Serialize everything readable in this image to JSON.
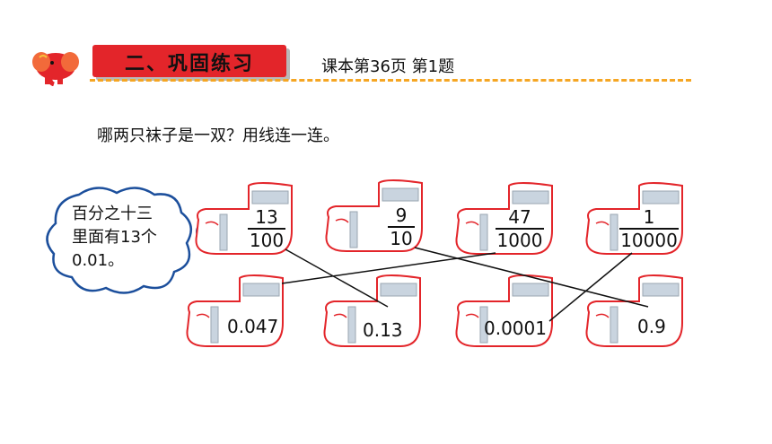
{
  "header": {
    "section_title": "二、巩固练习",
    "subtitle": "课本第36页 第1题"
  },
  "question": "哪两只袜子是一双？用线连一连。",
  "hint": {
    "line1": "百分之十三",
    "line2": "里面有13个",
    "line3": "0.01。"
  },
  "top_socks": [
    {
      "numerator": "13",
      "denominator": "100"
    },
    {
      "numerator": "9",
      "denominator": "10"
    },
    {
      "numerator": "47",
      "denominator": "1000"
    },
    {
      "numerator": "1",
      "denominator": "10000"
    }
  ],
  "bottom_socks": [
    {
      "value": "0.047"
    },
    {
      "value": "0.13"
    },
    {
      "value": "0.0001"
    },
    {
      "value": "0.9"
    }
  ],
  "colors": {
    "banner": "#e3252a",
    "dash": "#f5a623",
    "sock_outline": "#e3252a",
    "sock_band": "#c9d4df"
  },
  "icons": [
    "elephant-logo-icon",
    "thought-bubble-icon",
    "sock-icon"
  ]
}
